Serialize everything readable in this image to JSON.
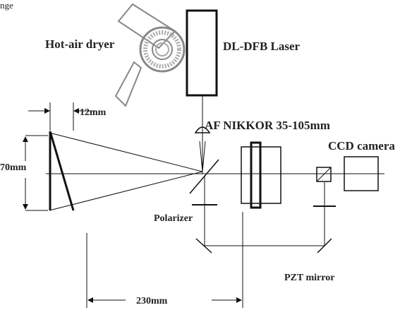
{
  "labels": {
    "top_left_fragment": "nge",
    "hot_air_dryer": "Hot-air dryer",
    "laser": "DL-DFB Laser",
    "lens": "AF NIKKOR 35-105mm",
    "ccd_camera": "CCD camera",
    "polarizer": "Polarizer",
    "pzt_mirror": "PZT mirror",
    "dim_12mm": "12mm",
    "dim_70mm": "70mm",
    "dim_230mm": "230mm"
  },
  "colors": {
    "line": "#111111",
    "dryer_body": "#888888",
    "dryer_fan": "#bbbbbb"
  },
  "icons": {
    "dryer": "hair-dryer-icon",
    "laser": "laser-box-icon",
    "lens": "lens-icon",
    "camera": "camera-box-icon"
  }
}
